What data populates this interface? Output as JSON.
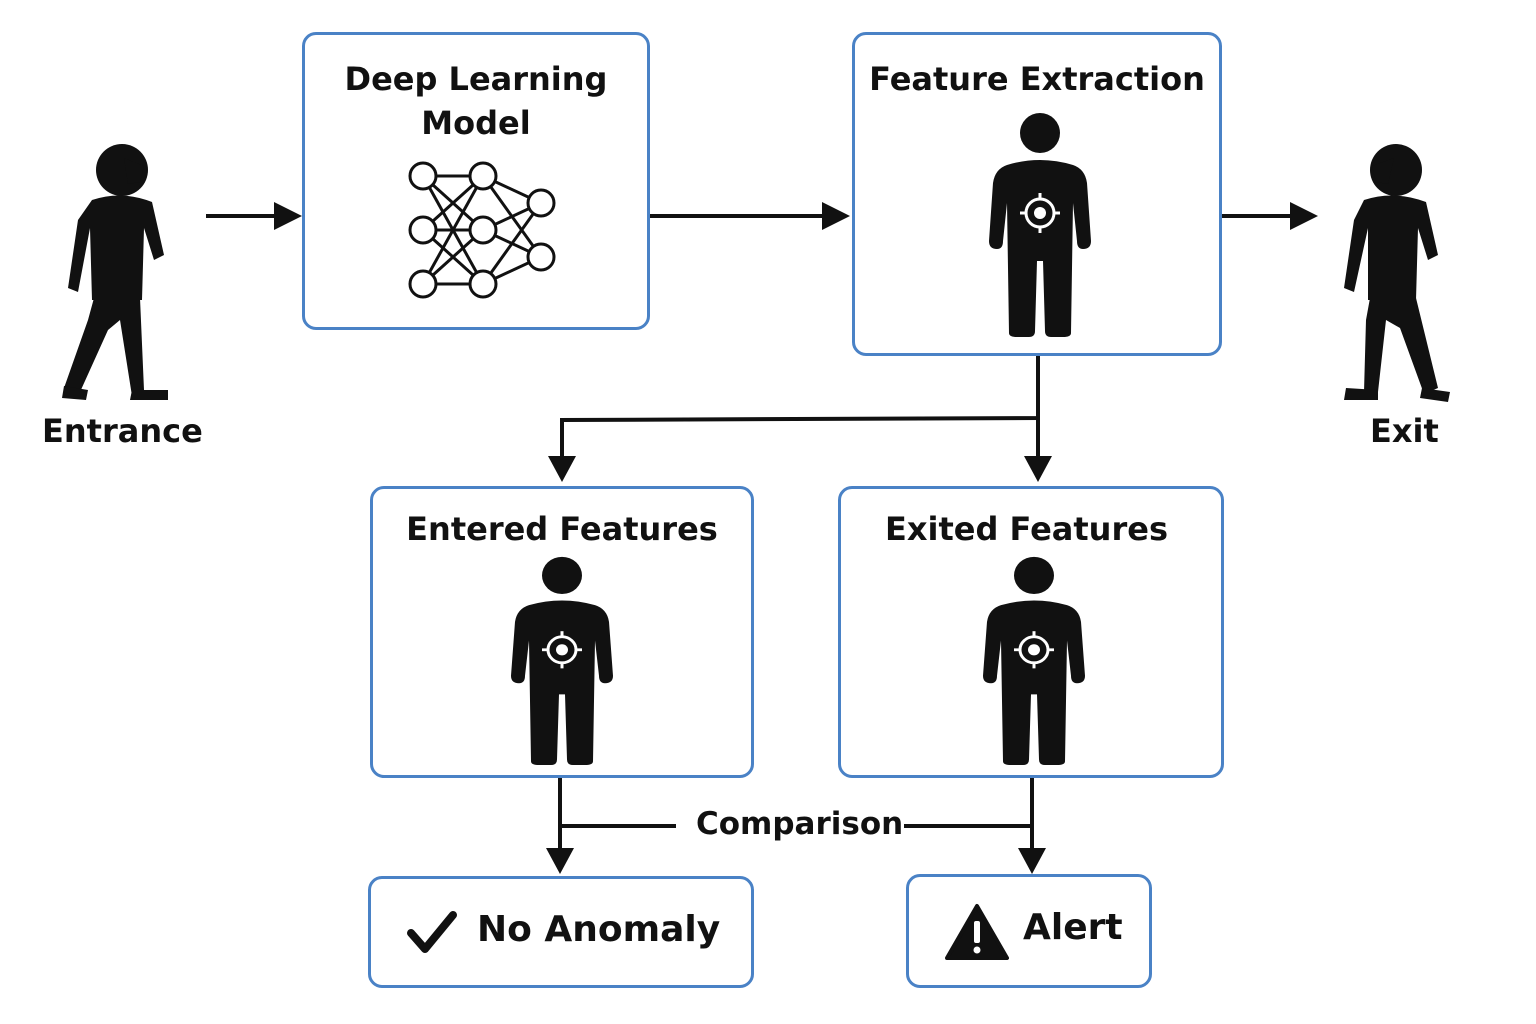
{
  "entrance_label": "Entrance",
  "exit_label": "Exit",
  "deep_learning": {
    "title_line1": "Deep Learning",
    "title_line2": "Model",
    "icon": "neural-network-icon"
  },
  "feature_extraction": {
    "title": "Feature Extraction",
    "icon": "person-target-icon"
  },
  "entered_features": {
    "title": "Entered Features",
    "icon": "person-target-icon"
  },
  "exited_features": {
    "title": "Exited Features",
    "icon": "person-target-icon"
  },
  "comparison_label": "Comparison",
  "no_anomaly": {
    "label": "No Anomaly",
    "icon": "checkmark-icon"
  },
  "alert": {
    "label": "Alert",
    "icon": "warning-triangle-icon"
  },
  "colors": {
    "box_border": "#4a82c6",
    "ink": "#111111"
  }
}
